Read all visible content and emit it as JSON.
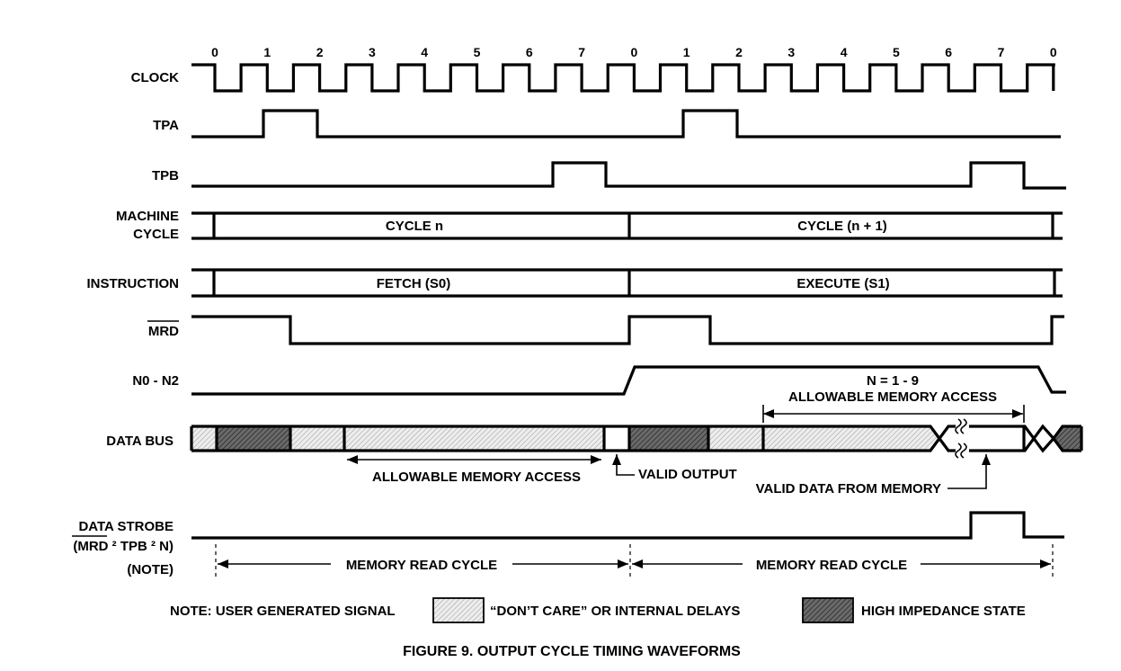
{
  "signals": {
    "clock": "CLOCK",
    "tpa": "TPA",
    "tpb": "TPB",
    "machine_cycle_1": "MACHINE",
    "machine_cycle_2": "CYCLE",
    "instruction": "INSTRUCTION",
    "mrd": "MRD",
    "n0_n2": "N0 - N2",
    "data_bus": "DATA BUS",
    "data_strobe_1": "DATA STROBE",
    "data_strobe_2": "(MRD ² TPB ² N)",
    "data_strobe_3": "(NOTE)"
  },
  "clock_ticks": [
    "0",
    "1",
    "2",
    "3",
    "4",
    "5",
    "6",
    "7",
    "0",
    "1",
    "2",
    "3",
    "4",
    "5",
    "6",
    "7",
    "0"
  ],
  "machine_cycle": {
    "cycle_n": "CYCLE n",
    "cycle_n1": "CYCLE (n + 1)"
  },
  "instruction_phases": {
    "fetch": "FETCH (S0)",
    "execute": "EXECUTE (S1)"
  },
  "n_annotation": {
    "n_range": "N = 1 - 9",
    "allowable_top": "ALLOWABLE MEMORY ACCESS"
  },
  "data_bus_annotations": {
    "allowable_bottom": "ALLOWABLE MEMORY ACCESS",
    "valid_output": "VALID OUTPUT",
    "valid_data": "VALID DATA FROM MEMORY"
  },
  "memory_read": {
    "left": "MEMORY READ CYCLE",
    "right": "MEMORY READ CYCLE"
  },
  "legend": {
    "note": "NOTE: USER GENERATED SIGNAL",
    "dont_care": "“DON’T CARE” OR INTERNAL DELAYS",
    "high_z": "HIGH IMPEDANCE STATE"
  },
  "caption": "FIGURE 9.  OUTPUT CYCLE TIMING WAVEFORMS"
}
